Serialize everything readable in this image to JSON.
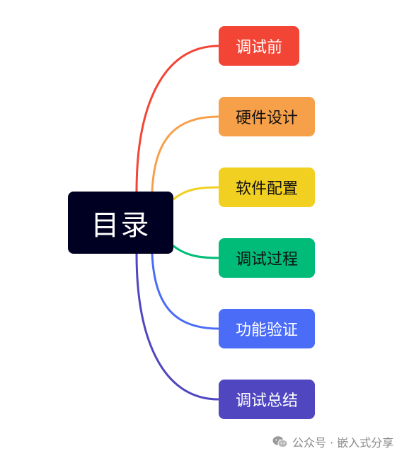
{
  "root": {
    "label": "目录",
    "color": "#000022"
  },
  "branches": [
    {
      "label": "调试前",
      "color": "#f24536",
      "line_color": "#f24536",
      "text_color": "#ffffff"
    },
    {
      "label": "硬件设计",
      "color": "#f6a04a",
      "line_color": "#f6a04a",
      "text_color": "#111111"
    },
    {
      "label": "软件配置",
      "color": "#f2d021",
      "line_color": "#f2d021",
      "text_color": "#111111"
    },
    {
      "label": "调试过程",
      "color": "#00bc78",
      "line_color": "#00bc78",
      "text_color": "#111111"
    },
    {
      "label": "功能验证",
      "color": "#4a6cf7",
      "line_color": "#4a6cf7",
      "text_color": "#ffffff"
    },
    {
      "label": "调试总结",
      "color": "#5046c0",
      "line_color": "#5046c0",
      "text_color": "#ffffff"
    }
  ],
  "watermark": {
    "icon": "wechat-icon",
    "text": "公众号 · 嵌入式分享"
  }
}
